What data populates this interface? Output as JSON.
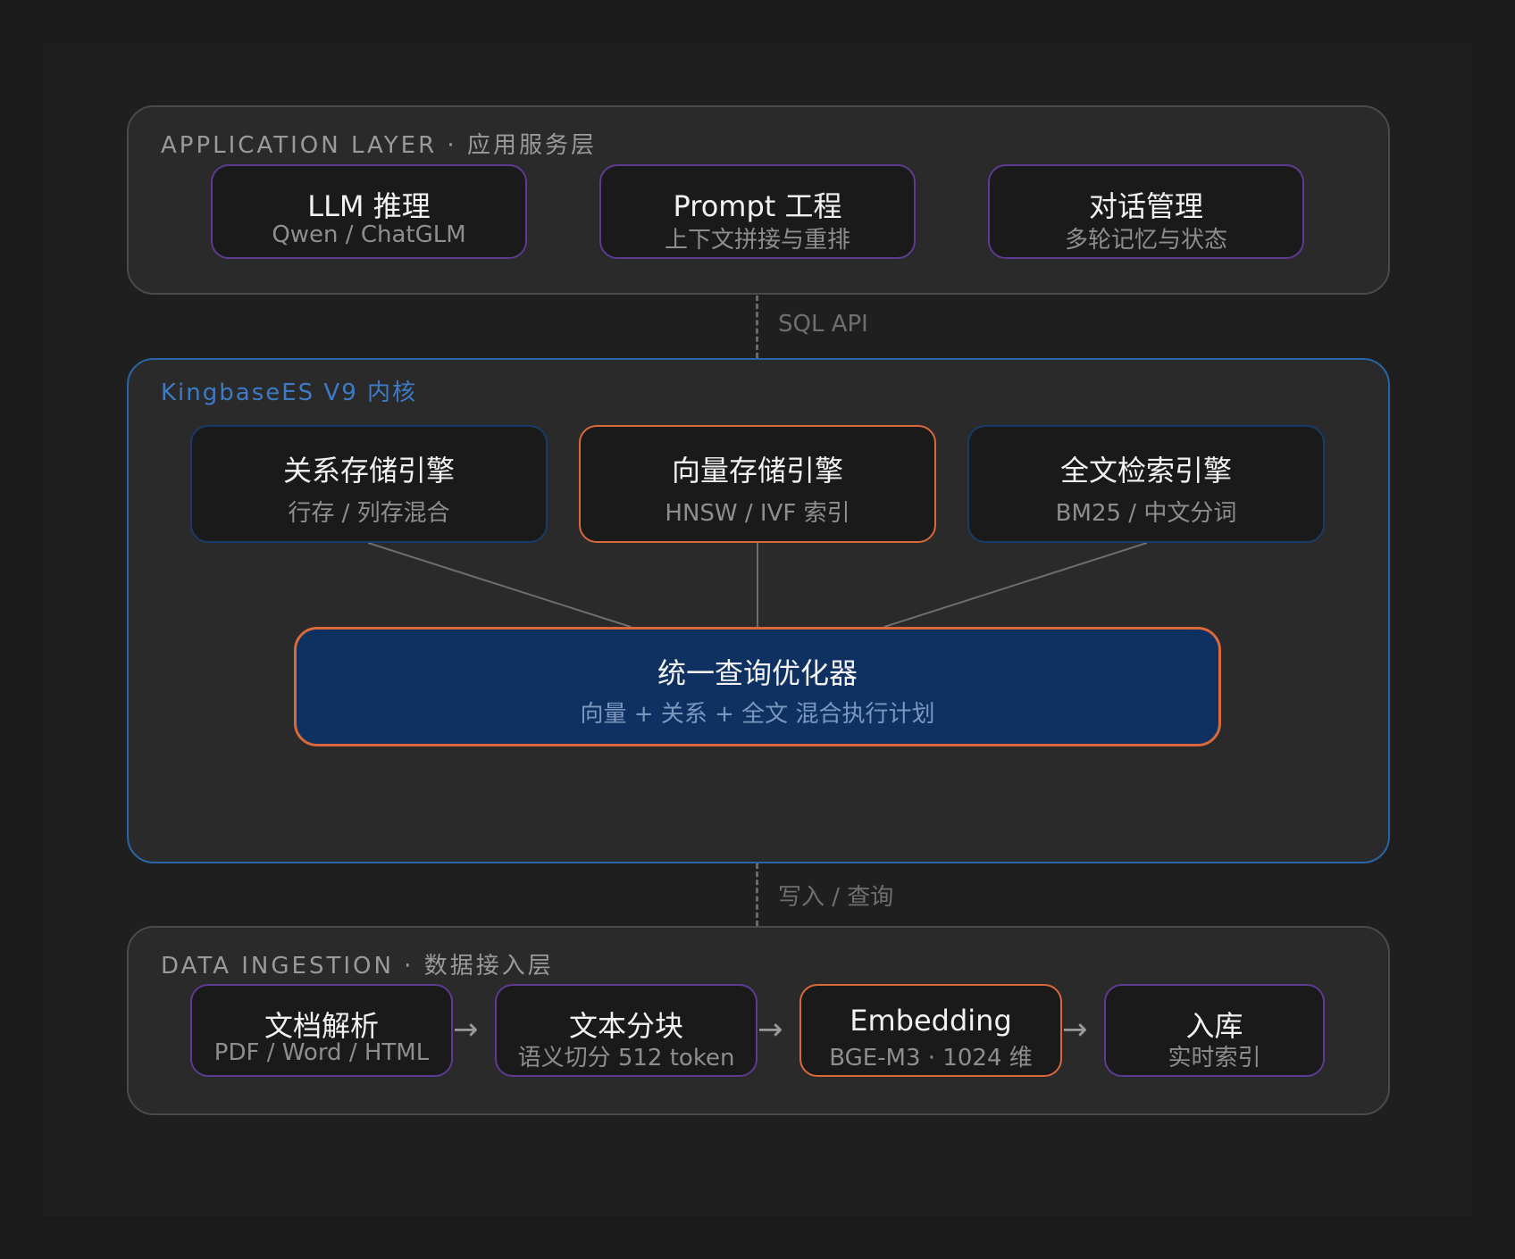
{
  "application_layer": {
    "label": "APPLICATION LAYER · 应用服务层",
    "boxes": [
      {
        "title": "LLM 推理",
        "subtitle": "Qwen / ChatGLM"
      },
      {
        "title": "Prompt 工程",
        "subtitle": "上下文拼接与重排"
      },
      {
        "title": "对话管理",
        "subtitle": "多轮记忆与状态"
      }
    ]
  },
  "connector_top": {
    "label": "SQL API"
  },
  "kernel_layer": {
    "label": "KingbaseES V9 内核",
    "engines": [
      {
        "title": "关系存储引擎",
        "subtitle": "行存 / 列存混合"
      },
      {
        "title": "向量存储引擎",
        "subtitle": "HNSW / IVF 索引"
      },
      {
        "title": "全文检索引擎",
        "subtitle": "BM25 / 中文分词"
      }
    ],
    "optimizer": {
      "title": "统一查询优化器",
      "subtitle": "向量 + 关系 + 全文 混合执行计划"
    }
  },
  "connector_bottom": {
    "label": "写入 / 查询"
  },
  "ingestion_layer": {
    "label": "DATA INGESTION · 数据接入层",
    "steps": [
      {
        "title": "文档解析",
        "subtitle": "PDF / Word / HTML"
      },
      {
        "title": "文本分块",
        "subtitle": "语义切分 512 token"
      },
      {
        "title": "Embedding",
        "subtitle": "BGE-M3 · 1024 维"
      },
      {
        "title": "入库",
        "subtitle": "实时索引"
      }
    ],
    "arrow_glyph": "→"
  },
  "colors": {
    "background": "#1f1f20",
    "layer_fill": "#2a2a2a",
    "kernel_border": "#2a64a8",
    "accent_orange": "#d9683a",
    "accent_purple": "#5e3a92",
    "optimizer_fill": "#0f3161"
  }
}
